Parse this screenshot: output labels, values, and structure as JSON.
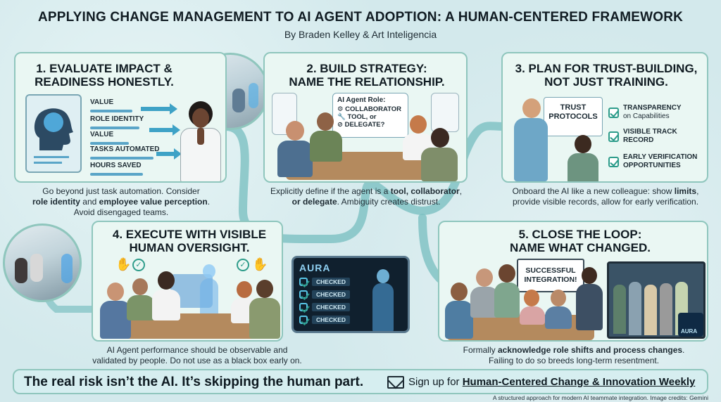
{
  "header": {
    "title": "APPLYING CHANGE MANAGEMENT TO AI AGENT ADOPTION: A HUMAN-CENTERED FRAMEWORK",
    "subtitle": "By Braden Kelley & Art Inteligencia"
  },
  "steps": [
    {
      "title_line1": "1. EVALUATE IMPACT &",
      "title_line2": "READINESS HONESTLY.",
      "labels": [
        "VALUE",
        "ROLE IDENTITY",
        "VALUE",
        "TASKS AUTOMATED",
        "HOURS SAVED"
      ],
      "caption_line1": "Go beyond just task automation. Consider",
      "caption_bold1": "role identity",
      "caption_mid": " and ",
      "caption_bold2": "employee value perception",
      "caption_end": ".",
      "caption_line3": "Avoid disengaged teams."
    },
    {
      "title_line1": "2. BUILD STRATEGY:",
      "title_line2": "NAME THE RELATIONSHIP.",
      "role_box_title": "AI Agent Role:",
      "role_options": [
        "COLLABORATOR",
        "TOOL, or",
        "DELEGATE?"
      ],
      "caption_pre": "Explicitly define if the agent is a ",
      "caption_bold1": "tool, collaborator",
      "caption_mid": ",",
      "caption_bold2": "or delegate",
      "caption_end": ". Ambiguity creates distrust."
    },
    {
      "title_line1": "3. PLAN FOR TRUST-BUILDING,",
      "title_line2": "NOT JUST TRAINING.",
      "board_line1": "TRUST",
      "board_line2": "PROTOCOLS",
      "checklist": [
        {
          "bold": "TRANSPARENCY",
          "sub": "on Capabilities"
        },
        {
          "bold": "VISIBLE TRACK",
          "sub": "RECORD"
        },
        {
          "bold": "EARLY VERIFICATION",
          "sub": "OPPORTUNITIES"
        }
      ],
      "caption_pre": "Onboard the AI like a new colleague: show ",
      "caption_bold1": "limits",
      "caption_mid": ",",
      "caption_line2": "provide visible records, allow for early verification."
    },
    {
      "title_line1": "4. EXECUTE WITH VISIBLE",
      "title_line2": "HUMAN OVERSIGHT.",
      "caption_line1": "AI Agent performance should be observable and",
      "caption_line2": "validated by people. Do not use as a black box early on."
    },
    {
      "title_line1": "5. CLOSE THE LOOP:",
      "title_line2": "NAME WHAT CHANGED.",
      "board_line1": "SUCCESSFUL",
      "board_line2": "INTEGRATION!",
      "photo_tag": "AURA",
      "caption_pre": "Formally ",
      "caption_bold": "acknowledge role shifts and process changes",
      "caption_end": ".",
      "caption_line2": "Failing to do so breeds long-term resentment."
    }
  ],
  "aura_screen": {
    "brand": "AURA",
    "items": [
      "CHECKED",
      "CHECKED",
      "CHECKED",
      "CHECKED"
    ]
  },
  "bottom": {
    "risk_text": "The real risk isn’t the AI. It’s skipping the human part.",
    "signup_pre": "Sign up for ",
    "signup_link": "Human-Centered Change & Innovation Weekly"
  },
  "footer": "A structured approach for modern AI teammate integration. Image credits: Gemini",
  "colors": {
    "panel_bg": "#eaf7f3",
    "panel_border": "#8fc6bd",
    "path_teal": "#5fb3b8",
    "accent_blue": "#3ea2c6",
    "check_green": "#2d9c8a"
  }
}
